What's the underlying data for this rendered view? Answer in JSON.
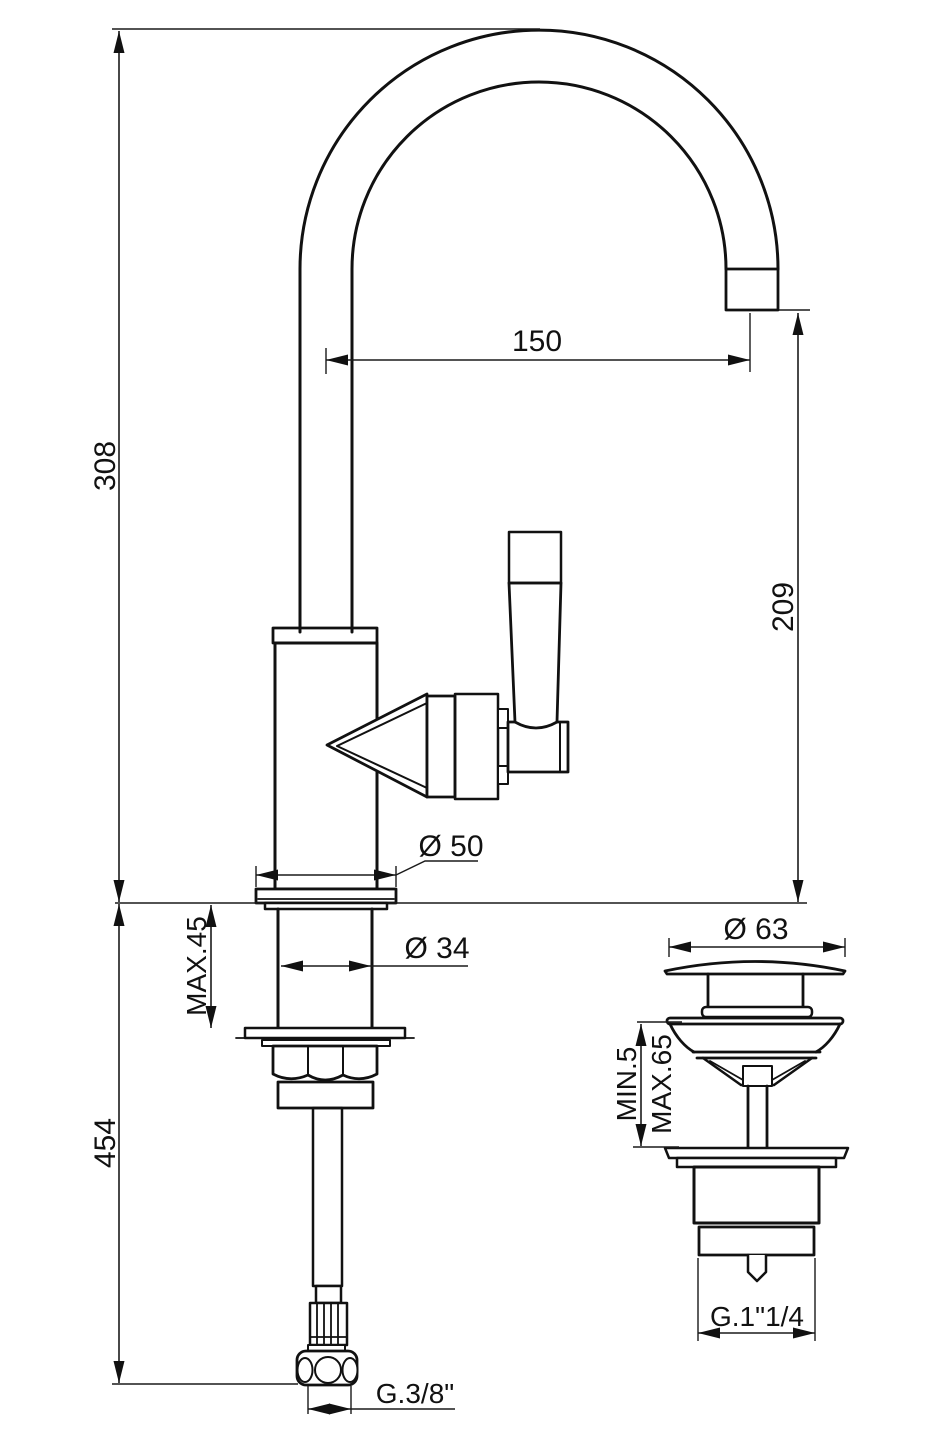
{
  "drawing": {
    "background": "#ffffff",
    "line_color": "#111111",
    "main_view": {
      "overall_height": "308",
      "spout_reach": "150",
      "outlet_height": "209",
      "base_diameter": "Ø 50",
      "deck_thickness_max": "MAX.45",
      "shank_diameter": "Ø 34",
      "total_depth": "454",
      "supply_thread": "G.3/8\""
    },
    "waste_view": {
      "cap_diameter": "Ø 63",
      "deck_min": "MIN.5",
      "deck_max": "MAX.65",
      "waste_thread": "G.1\"1/4"
    }
  }
}
